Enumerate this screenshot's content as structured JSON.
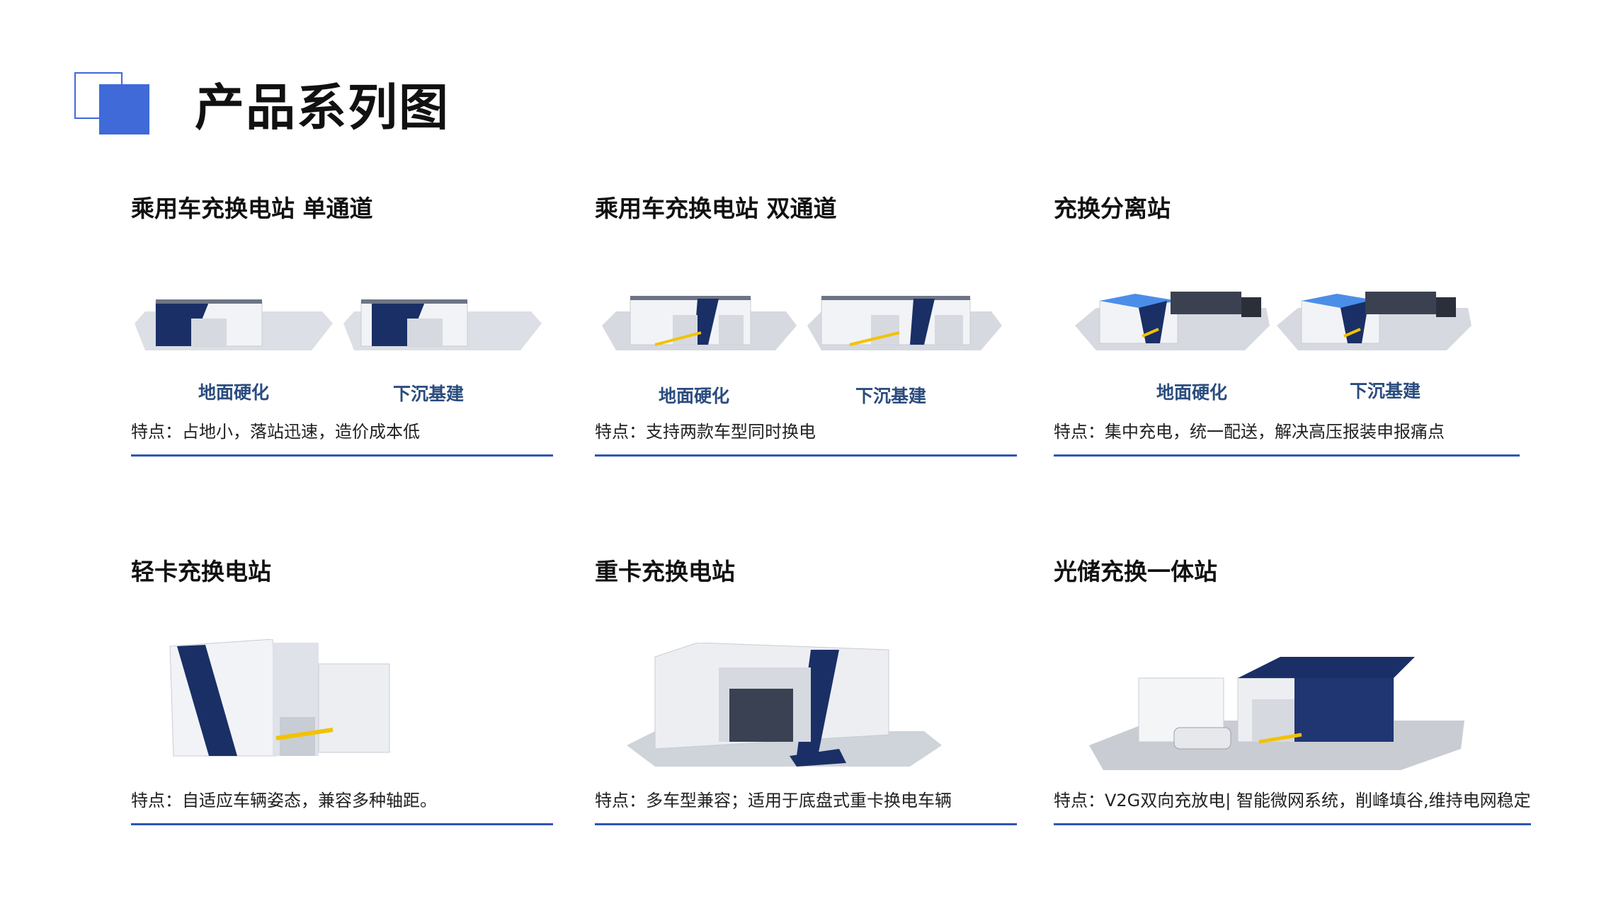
{
  "page_title": "产品系列图",
  "colors": {
    "accent": "#3f6ad8",
    "rule": "#2e55b5",
    "navy": "#1a2f66",
    "caption": "#2b4c7e"
  },
  "cards": [
    {
      "title": "乘用车充换电站 单通道",
      "captions": [
        "地面硬化",
        "下沉基建"
      ],
      "feature": "特点：占地小，落站迅速，造价成本低"
    },
    {
      "title": "乘用车充换电站 双通道",
      "captions": [
        "地面硬化",
        "下沉基建"
      ],
      "feature": "特点：支持两款车型同时换电"
    },
    {
      "title": "充换分离站",
      "captions": [
        "地面硬化",
        "下沉基建"
      ],
      "feature": "特点：集中充电，统一配送，解决高压报装申报痛点"
    },
    {
      "title": "轻卡充换电站",
      "feature": "特点：自适应车辆姿态，兼容多种轴距。"
    },
    {
      "title": "重卡充换电站",
      "feature": "特点：多车型兼容；适用于底盘式重卡换电车辆"
    },
    {
      "title": "光储充换一体站",
      "feature": "特点：V2G双向充放电| 智能微网系统，削峰填谷,维持电网稳定"
    }
  ]
}
